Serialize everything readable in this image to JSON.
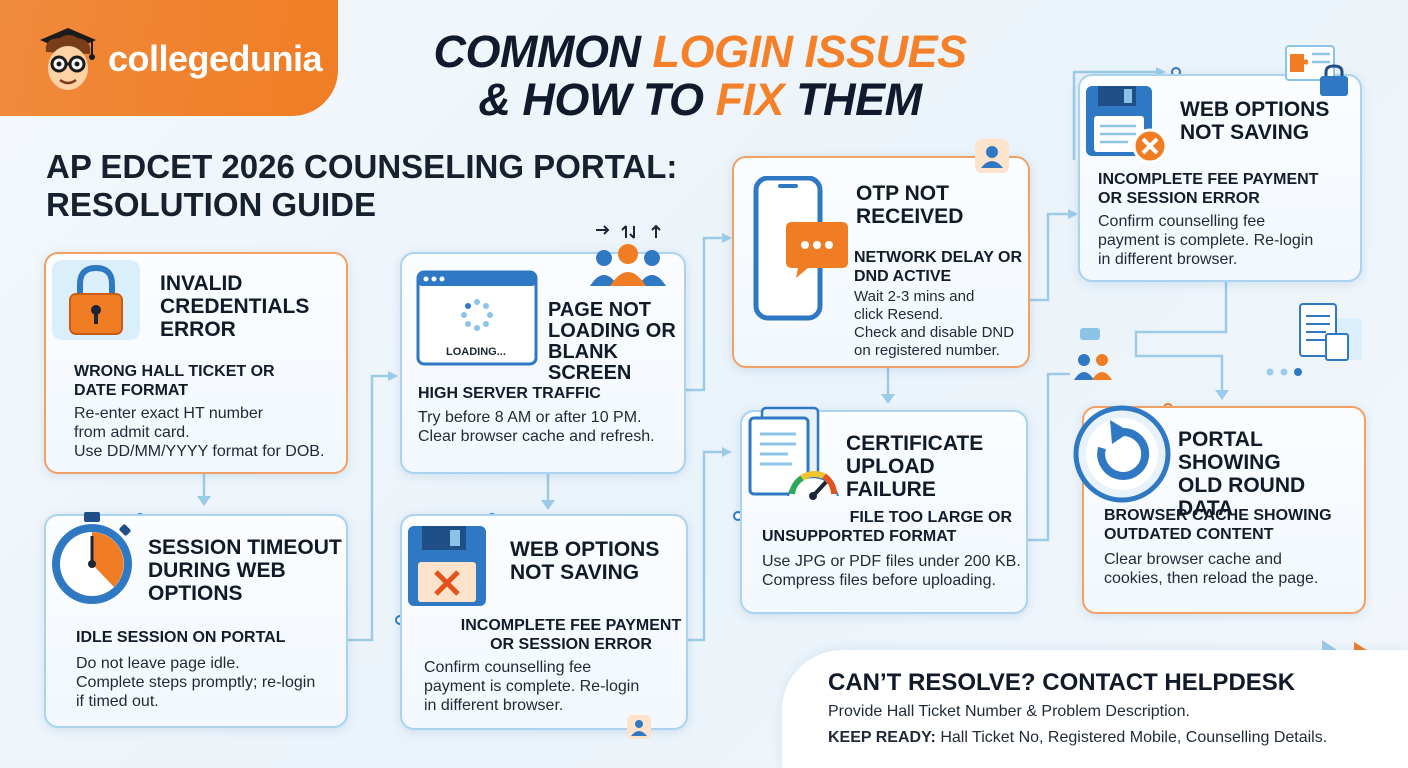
{
  "brand": {
    "name": "collegedunia",
    "logo_icon": "student-mascot-icon",
    "accent": "#f07d24"
  },
  "header": {
    "title_line1_a": "COMMON",
    "title_line1_b": "LOGIN ISSUES",
    "title_line2_a": "& HOW TO",
    "title_line2_b": "FIX",
    "title_line2_c": "THEM",
    "subtitle_line1": "AP EDCET 2026 COUNSELING PORTAL:",
    "subtitle_line2": "RESOLUTION GUIDE"
  },
  "cards": {
    "invalid_credentials": {
      "title": [
        "INVALID",
        "CREDENTIALS",
        "ERROR"
      ],
      "cause": [
        "WRONG HALL TICKET OR",
        "DATE FORMAT"
      ],
      "fix": [
        "Re-enter exact HT number",
        "from admit card.",
        "Use DD/MM/YYYY format for DOB."
      ],
      "icon": "padlock-icon"
    },
    "session_timeout": {
      "title": [
        "SESSION TIMEOUT",
        "DURING WEB",
        "OPTIONS"
      ],
      "cause": [
        "IDLE SESSION ON PORTAL"
      ],
      "fix": [
        "Do not leave page idle.",
        "Complete steps promptly; re-login",
        "if timed out."
      ],
      "icon": "stopwatch-icon"
    },
    "page_not_loading": {
      "title": [
        "PAGE NOT",
        "LOADING OR",
        "BLANK SCREEN"
      ],
      "loading_label": "LOADING...",
      "cause": [
        "HIGH SERVER TRAFFIC"
      ],
      "fix": [
        "Try before 8 AM or after 10 PM.",
        "Clear browser cache and refresh."
      ],
      "icon": "browser-loading-icon"
    },
    "web_options_center": {
      "title": [
        "WEB OPTIONS",
        "NOT SAVING"
      ],
      "cause": [
        "INCOMPLETE FEE PAYMENT",
        "OR SESSION ERROR"
      ],
      "fix": [
        "Confirm counselling fee",
        "payment is complete. Re-login",
        "in different browser."
      ],
      "icon": "floppy-disk-error-icon"
    },
    "otp_not_received": {
      "title": [
        "OTP NOT",
        "RECEIVED"
      ],
      "cause": [
        "NETWORK DELAY OR",
        "DND ACTIVE"
      ],
      "fix": [
        "Wait 2-3 mins and",
        "click Resend.",
        "Check and disable DND",
        "on registered number."
      ],
      "icon": "smartphone-message-icon"
    },
    "certificate_upload": {
      "title": [
        "CERTIFICATE",
        "UPLOAD FAILURE"
      ],
      "cause": [
        "FILE TOO LARGE OR",
        "UNSUPPORTED FORMAT"
      ],
      "fix": [
        "Use JPG or PDF files under 200 KB.",
        "Compress files before uploading."
      ],
      "icon": "documents-gauge-icon"
    },
    "web_options_right": {
      "title": [
        "WEB OPTIONS",
        "NOT SAVING"
      ],
      "cause": [
        "INCOMPLETE FEE PAYMENT",
        "OR SESSION ERROR"
      ],
      "fix": [
        "Confirm counselling fee",
        "payment is complete. Re-login",
        "in different browser."
      ],
      "icon": "floppy-disk-error-icon"
    },
    "old_round_data": {
      "title": [
        "PORTAL SHOWING",
        "OLD ROUND DATA"
      ],
      "cause": [
        "BROWSER CACHE SHOWING",
        "OUTDATED CONTENT"
      ],
      "fix": [
        "Clear browser cache and",
        "cookies, then reload the page."
      ],
      "icon": "refresh-icon"
    }
  },
  "helpdesk": {
    "title": "CAN’T RESOLVE? CONTACT HELPDESK",
    "line1": "Provide Hall Ticket Number & Problem Description.",
    "line2_label": "KEEP READY:",
    "line2_text": "Hall Ticket No, Registered Mobile, Counselling Details."
  },
  "colors": {
    "orange": "#f5802a",
    "blue_border": "#a9d3ee",
    "dark_text": "#111a28",
    "icon_blue": "#2f78c4"
  }
}
